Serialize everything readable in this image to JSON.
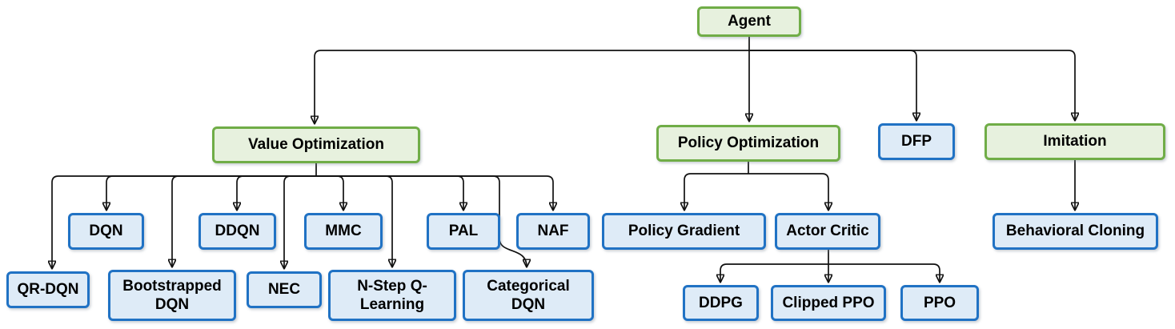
{
  "palette": {
    "green_border": "#70AD47",
    "green_fill": "#E7F1DE",
    "blue_border": "#2072C4",
    "blue_fill": "#DEEBF7",
    "edge_color": "#111111",
    "text_color": "#000000"
  },
  "nodes": {
    "agent": {
      "label": "Agent",
      "kind": "green"
    },
    "value_optimization": {
      "label": "Value Optimization",
      "kind": "green"
    },
    "policy_optimization": {
      "label": "Policy Optimization",
      "kind": "green"
    },
    "dfp": {
      "label": "DFP",
      "kind": "blue"
    },
    "imitation": {
      "label": "Imitation",
      "kind": "green"
    },
    "dqn": {
      "label": "DQN",
      "kind": "blue"
    },
    "ddqn": {
      "label": "DDQN",
      "kind": "blue"
    },
    "mmc": {
      "label": "MMC",
      "kind": "blue"
    },
    "pal": {
      "label": "PAL",
      "kind": "blue"
    },
    "naf": {
      "label": "NAF",
      "kind": "blue"
    },
    "qr_dqn": {
      "label": "QR-DQN",
      "kind": "blue"
    },
    "bootstrapped_dqn": {
      "label": "Bootstrapped DQN",
      "kind": "blue"
    },
    "nec": {
      "label": "NEC",
      "kind": "blue"
    },
    "n_step_q_learning": {
      "label": "N-Step Q-Learning",
      "kind": "blue"
    },
    "categorical_dqn": {
      "label": "Categorical DQN",
      "kind": "blue"
    },
    "policy_gradient": {
      "label": "Policy Gradient",
      "kind": "blue"
    },
    "actor_critic": {
      "label": "Actor Critic",
      "kind": "blue"
    },
    "ddpg": {
      "label": "DDPG",
      "kind": "blue"
    },
    "clipped_ppo": {
      "label": "Clipped PPO",
      "kind": "blue"
    },
    "ppo": {
      "label": "PPO",
      "kind": "blue"
    },
    "behavioral_cloning": {
      "label": "Behavioral Cloning",
      "kind": "blue"
    }
  },
  "edges": [
    [
      "agent",
      "value_optimization"
    ],
    [
      "agent",
      "policy_optimization"
    ],
    [
      "agent",
      "dfp"
    ],
    [
      "agent",
      "imitation"
    ],
    [
      "value_optimization",
      "qr_dqn"
    ],
    [
      "value_optimization",
      "dqn"
    ],
    [
      "value_optimization",
      "bootstrapped_dqn"
    ],
    [
      "value_optimization",
      "ddqn"
    ],
    [
      "value_optimization",
      "nec"
    ],
    [
      "value_optimization",
      "mmc"
    ],
    [
      "value_optimization",
      "n_step_q_learning"
    ],
    [
      "value_optimization",
      "pal"
    ],
    [
      "value_optimization",
      "categorical_dqn"
    ],
    [
      "value_optimization",
      "naf"
    ],
    [
      "policy_optimization",
      "policy_gradient"
    ],
    [
      "policy_optimization",
      "actor_critic"
    ],
    [
      "actor_critic",
      "ddpg"
    ],
    [
      "actor_critic",
      "clipped_ppo"
    ],
    [
      "actor_critic",
      "ppo"
    ],
    [
      "imitation",
      "behavioral_cloning"
    ]
  ]
}
